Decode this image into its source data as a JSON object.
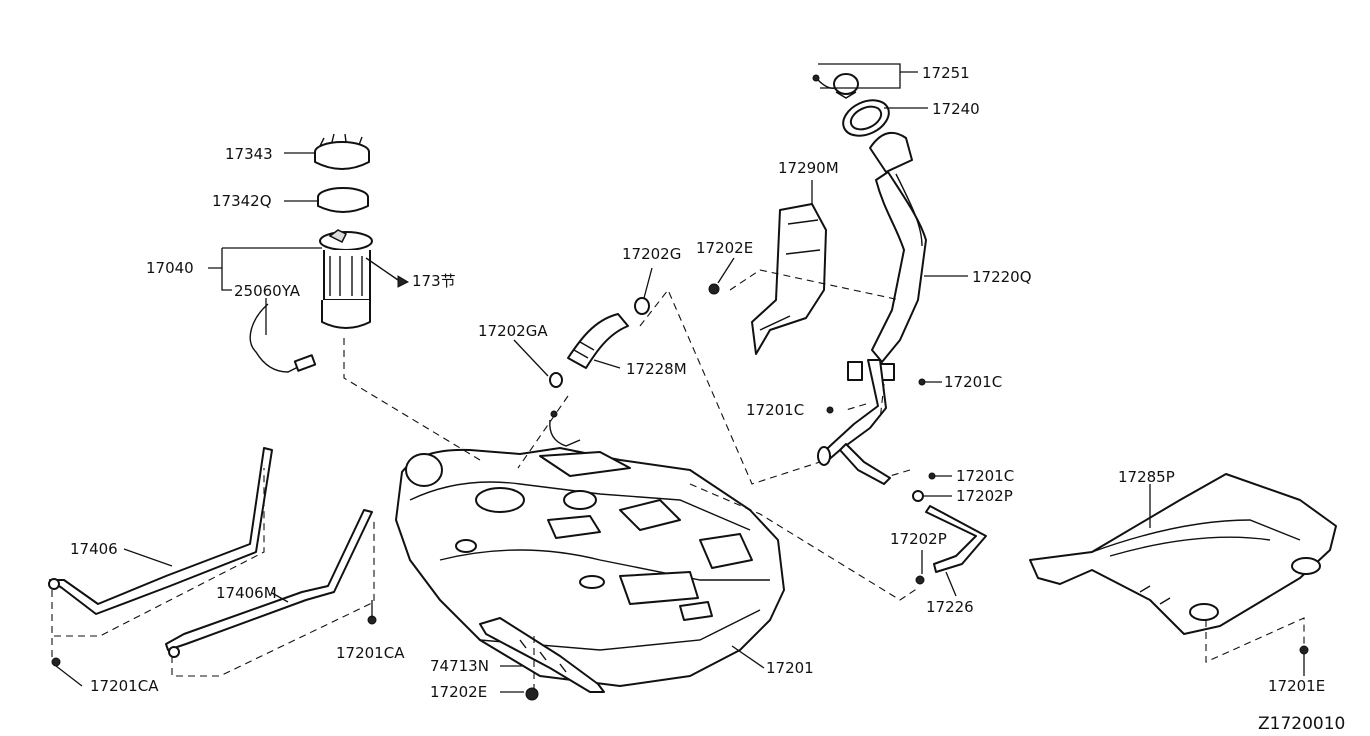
{
  "diagram_id": "Z1720010",
  "callouts": {
    "p17343": "17343",
    "p17342Q": "17342Q",
    "p17040": "17040",
    "p25060YA": "25060YA",
    "p173": "173节",
    "p17202G": "17202G",
    "p17202GA": "17202GA",
    "p17228M": "17228M",
    "p17202E_top": "17202E",
    "p17290M": "17290M",
    "p17251": "17251",
    "p17240": "17240",
    "p17220Q": "17220Q",
    "p17201C_a": "17201C",
    "p17201C_b": "17201C",
    "p17201C_c": "17201C",
    "p17202P_a": "17202P",
    "p17202P_b": "17202P",
    "p17226": "17226",
    "p17285P": "17285P",
    "p17201E": "17201E",
    "p17406": "17406",
    "p17406M": "17406M",
    "p17201CA_a": "17201CA",
    "p17201CA_b": "17201CA",
    "p74713N": "74713N",
    "p17202E_bottom": "17202E",
    "p17201": "17201"
  }
}
